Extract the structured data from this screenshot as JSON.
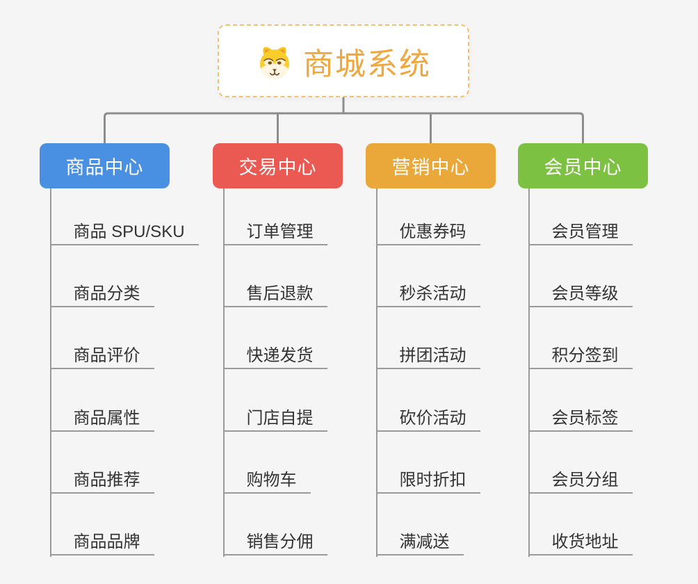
{
  "canvas": {
    "bg": "#f5f5f6"
  },
  "root": {
    "title": "商城系统",
    "icon": "dog-face-icon",
    "text_color": "#f0a73e",
    "border_color": "#f2c075",
    "bg": "#ffffff"
  },
  "connector_color": "#8d8d8d",
  "leaf_style": {
    "text_color": "#333333",
    "line_color": "#9a9a9a"
  },
  "branches": [
    {
      "label": "商品中心",
      "color": "#4a90e2",
      "children": [
        "商品 SPU/SKU",
        "商品分类",
        "商品评价",
        "商品属性",
        "商品推荐",
        "商品品牌"
      ]
    },
    {
      "label": "交易中心",
      "color": "#ea5a52",
      "children": [
        "订单管理",
        "售后退款",
        "快递发货",
        "门店自提",
        "购物车",
        "销售分佣"
      ]
    },
    {
      "label": "营销中心",
      "color": "#eba83a",
      "children": [
        "优惠券码",
        "秒杀活动",
        "拼团活动",
        "砍价活动",
        "限时折扣",
        "满减送"
      ]
    },
    {
      "label": "会员中心",
      "color": "#7cc142",
      "children": [
        "会员管理",
        "会员等级",
        "积分签到",
        "会员标签",
        "会员分组",
        "收货地址"
      ]
    }
  ]
}
